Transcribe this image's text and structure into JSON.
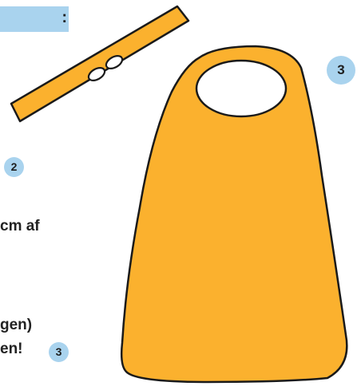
{
  "header": {
    "colon": ":",
    "color": "#a9d3ee"
  },
  "instructions": {
    "line1": "cm af",
    "line2": "gen)",
    "line3": "en!"
  },
  "badges": {
    "strap_step": "2",
    "cape_step": "3",
    "text_step": "3"
  },
  "illustration": {
    "strap": "orange fabric strap with two buttonholes",
    "cape": "orange cape with neck hole",
    "fill_color": "#fbb12e",
    "outline_color": "#1a1a1a"
  }
}
